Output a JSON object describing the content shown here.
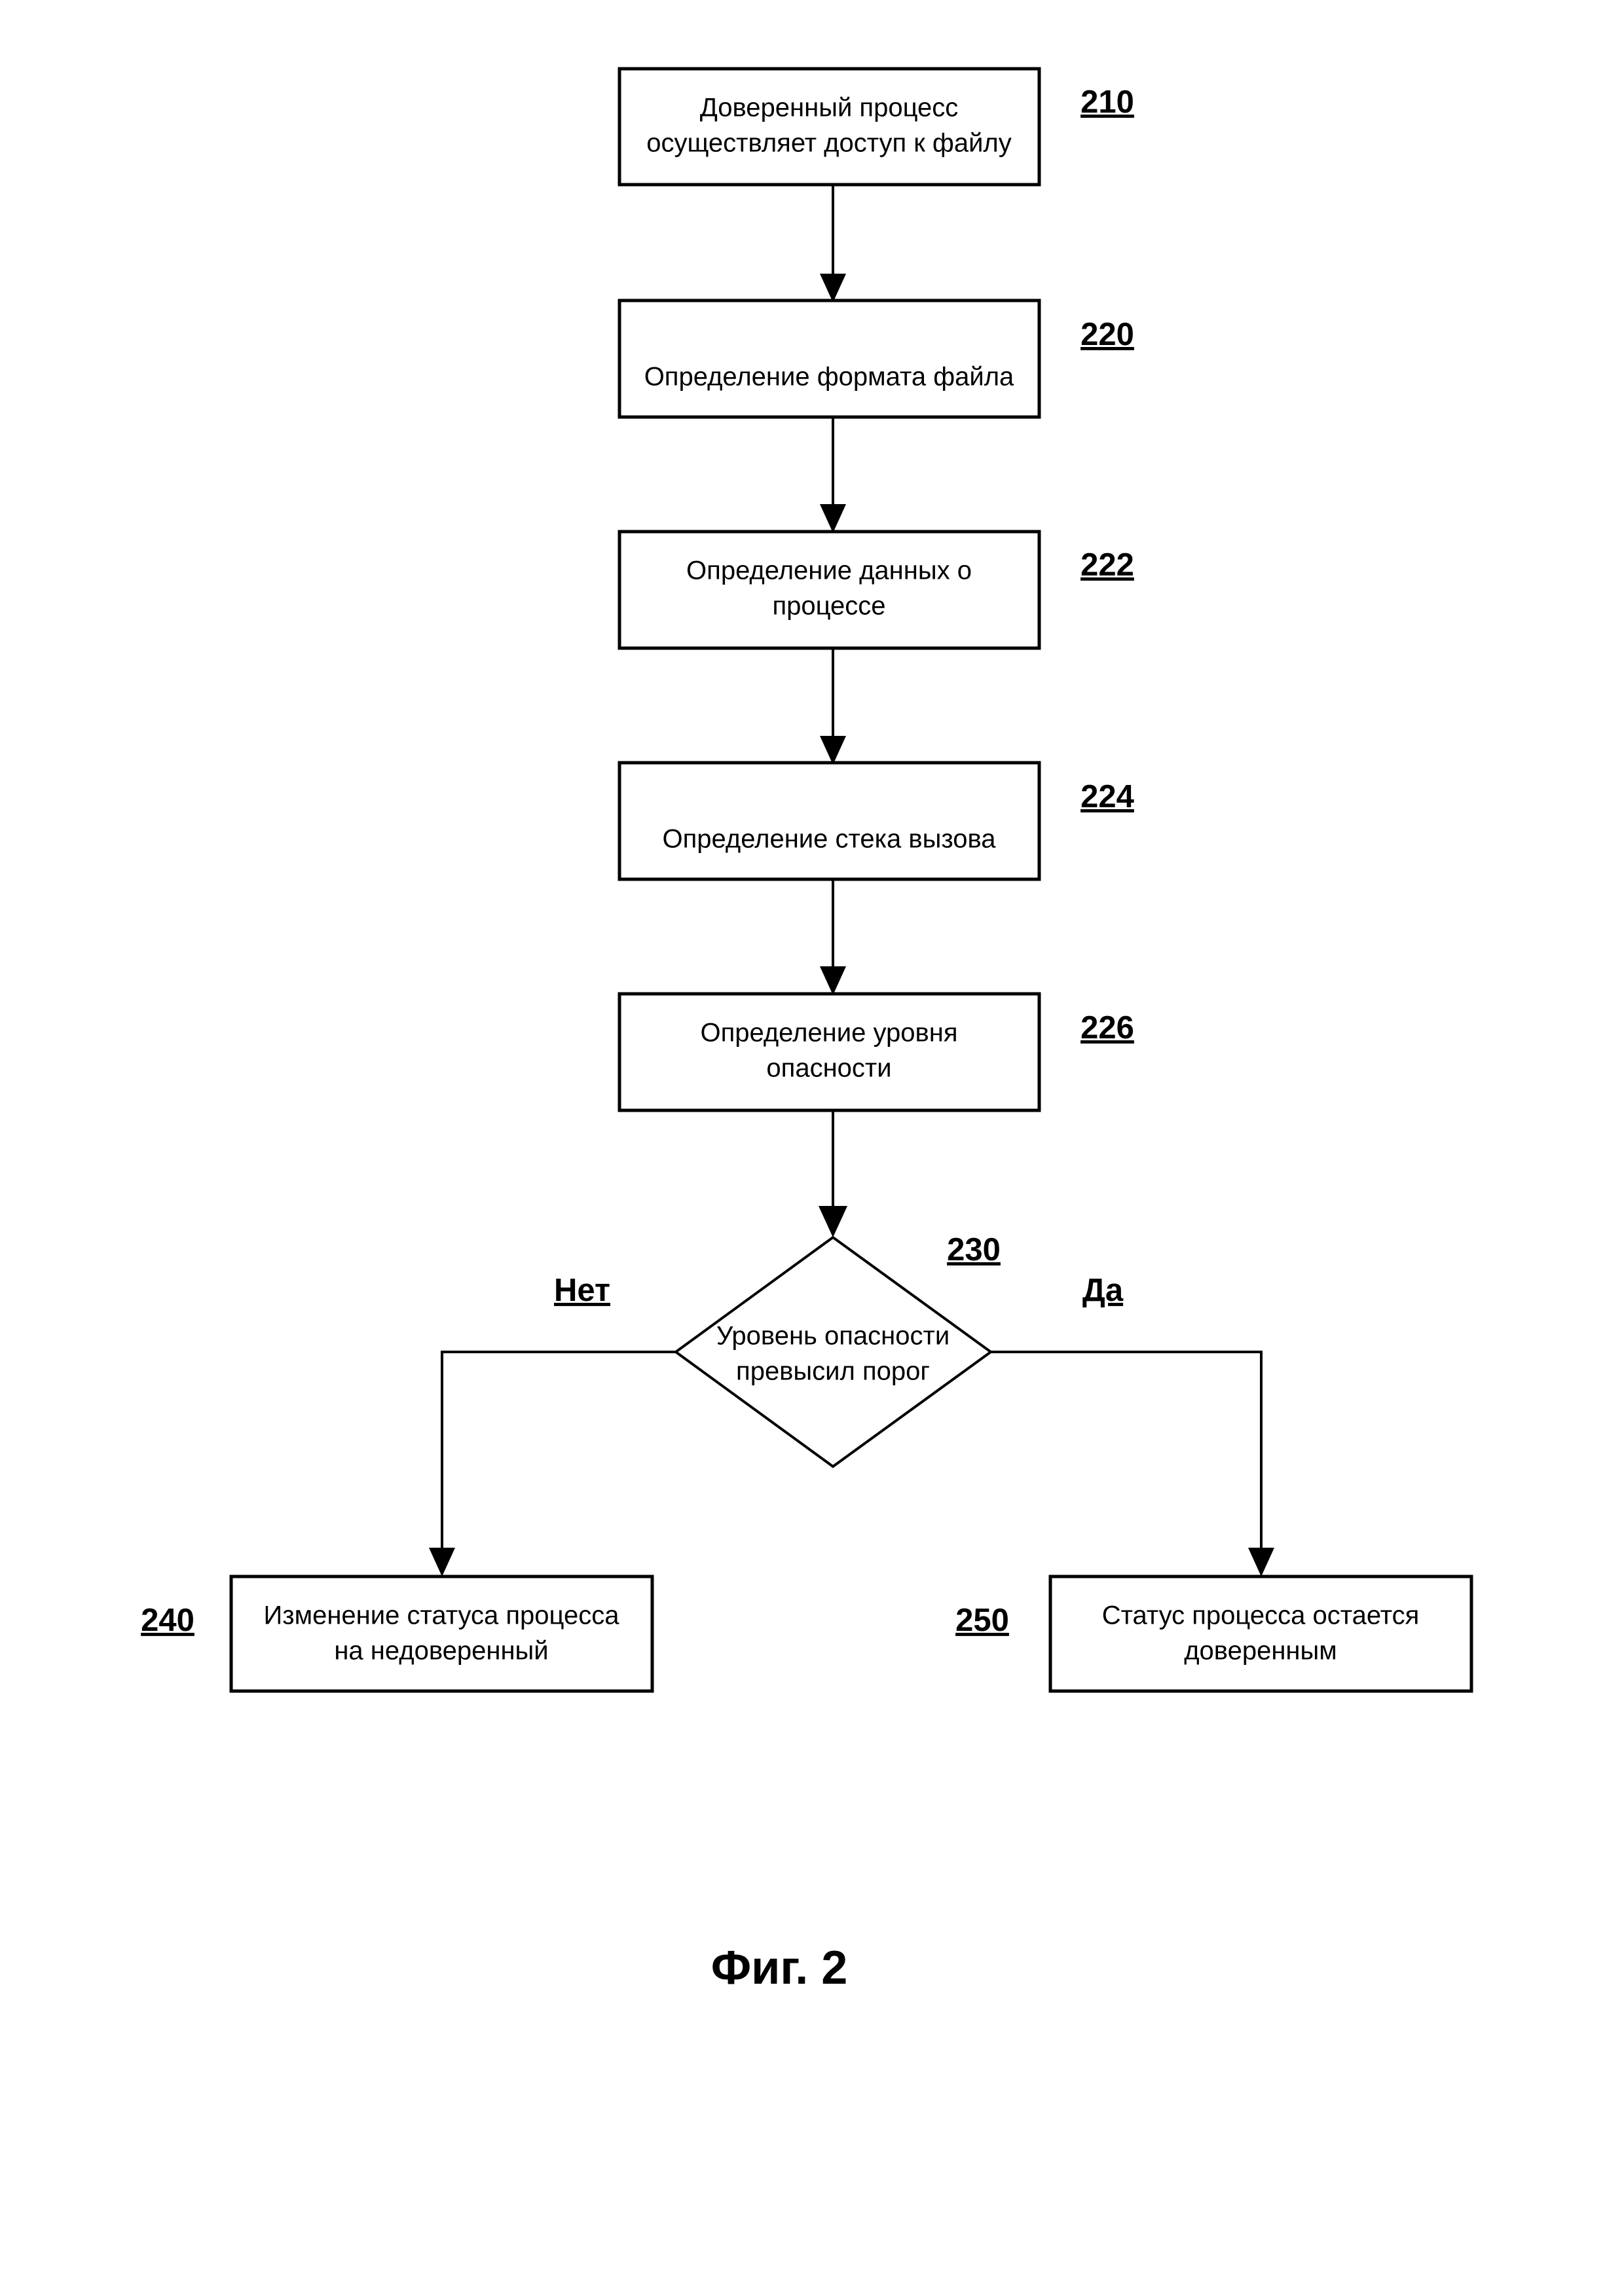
{
  "figure": {
    "caption": "Фиг. 2",
    "language": "ru",
    "background_color": "#ffffff",
    "line_color": "#000000"
  },
  "chart_data": {
    "type": "diagram",
    "diagram_kind": "flowchart",
    "title": "Фиг. 2",
    "nodes": [
      {
        "id": "210",
        "ref": "210",
        "shape": "process",
        "label": "Доверенный процесс осуществляет доступ к файлу"
      },
      {
        "id": "220",
        "ref": "220",
        "shape": "process",
        "label": "Определение формата файла"
      },
      {
        "id": "222",
        "ref": "222",
        "shape": "process",
        "label": "Определение данных о процессе"
      },
      {
        "id": "224",
        "ref": "224",
        "shape": "process",
        "label": "Определение стека вызова"
      },
      {
        "id": "226",
        "ref": "226",
        "shape": "process",
        "label": "Определение уровня опасности"
      },
      {
        "id": "230",
        "ref": "230",
        "shape": "decision",
        "label": "Уровень опасности превысил порог"
      },
      {
        "id": "240",
        "ref": "240",
        "shape": "process",
        "label": "Изменение статуса процесса на недоверенный"
      },
      {
        "id": "250",
        "ref": "250",
        "shape": "process",
        "label": "Статус процесса остается доверенным"
      }
    ],
    "edges": [
      {
        "from": "210",
        "to": "220",
        "label": ""
      },
      {
        "from": "220",
        "to": "222",
        "label": ""
      },
      {
        "from": "222",
        "to": "224",
        "label": ""
      },
      {
        "from": "224",
        "to": "226",
        "label": ""
      },
      {
        "from": "226",
        "to": "230",
        "label": ""
      },
      {
        "from": "230",
        "to": "240",
        "label": "Нет"
      },
      {
        "from": "230",
        "to": "250",
        "label": "Да"
      }
    ]
  },
  "nodes": {
    "n210": {
      "ref": "210",
      "line1": "Доверенный процесс",
      "line2": "осуществляет доступ к файлу"
    },
    "n220": {
      "ref": "220",
      "line1": "Определение формата файла",
      "line2": ""
    },
    "n222": {
      "ref": "222",
      "line1": "Определение данных о",
      "line2": "процессе"
    },
    "n224": {
      "ref": "224",
      "line1": "Определение стека вызова",
      "line2": ""
    },
    "n226": {
      "ref": "226",
      "line1": "Определение уровня",
      "line2": "опасности"
    },
    "n230": {
      "ref": "230",
      "line1": "Уровень опасности",
      "line2": "превысил порог"
    },
    "n240": {
      "ref": "240",
      "line1": "Изменение статуса процесса",
      "line2": "на недоверенный"
    },
    "n250": {
      "ref": "250",
      "line1": "Статус процесса остается",
      "line2": "доверенным"
    }
  },
  "branch_labels": {
    "no": "Нет",
    "yes": "Да"
  }
}
